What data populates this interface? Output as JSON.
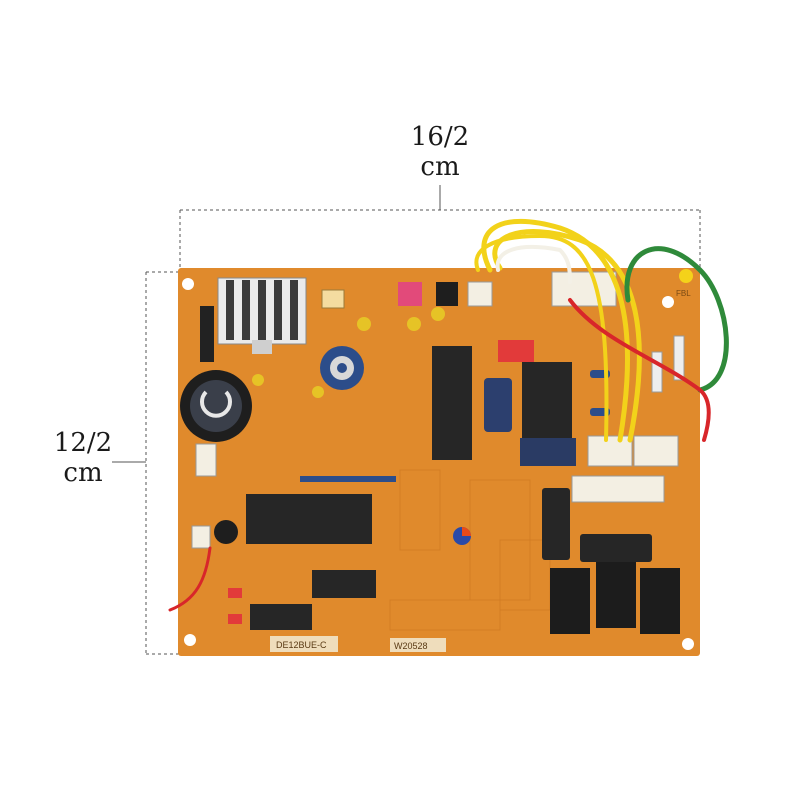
{
  "dimensions": {
    "width": {
      "value": "16/2",
      "unit": "cm"
    },
    "height": {
      "value": "12/2",
      "unit": "cm"
    }
  },
  "board_text": {
    "silk_label_left": "DE12BUE-C",
    "silk_label_right": "W20528",
    "corner_mark": "FBL"
  },
  "colors": {
    "pcb": "#e08a2c",
    "pcb_dark": "#c9741e",
    "wire_yellow": "#f2d21a",
    "wire_green": "#2f8a3a",
    "wire_red": "#d8262a",
    "chip": "#262626",
    "relay": "#1c1c1c",
    "capacitor_blue": "#2c4d8a",
    "connector_white": "#f3efe3",
    "connector_red": "#e23a3a",
    "connector_pink": "#e24a7a"
  }
}
